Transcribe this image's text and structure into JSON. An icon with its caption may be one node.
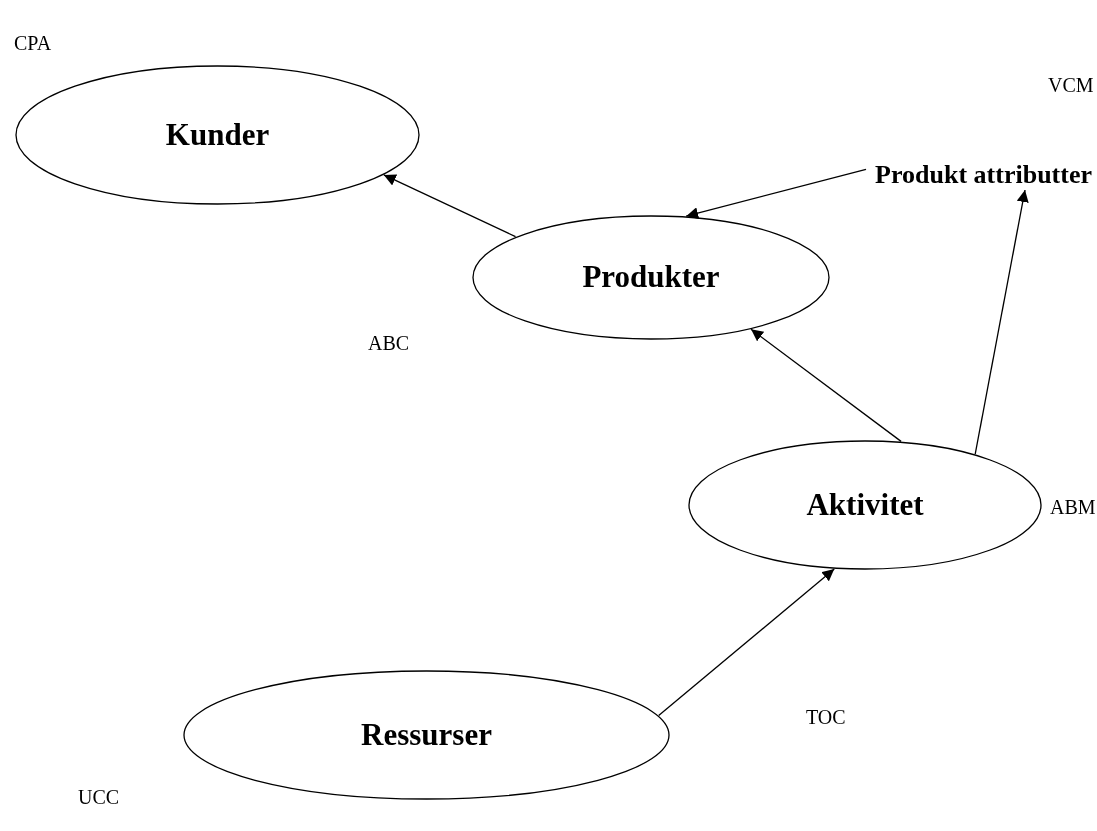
{
  "diagram": {
    "nodes": [
      {
        "text": [
          "Kunder"
        ]
      },
      {
        "text": [
          "Produkter"
        ]
      },
      {
        "text": [
          "Produkt attributter"
        ]
      },
      {
        "text": [
          "Aktivitet"
        ]
      },
      {
        "text": [
          "Ressurser"
        ]
      }
    ],
    "edges": [
      {
        "from": 1,
        "to": 0,
        "arrow": "to"
      },
      {
        "from": 2,
        "to": 1,
        "arrow": "to"
      },
      {
        "from": 3,
        "to": 1,
        "arrow": "to"
      },
      {
        "from": 3,
        "to": 2,
        "arrow": "to"
      },
      {
        "from": 4,
        "to": 3,
        "arrow": "to"
      }
    ],
    "labels": [
      "CPA",
      "VCM",
      "ABC",
      "ABM",
      "TOC",
      "UCC"
    ]
  }
}
